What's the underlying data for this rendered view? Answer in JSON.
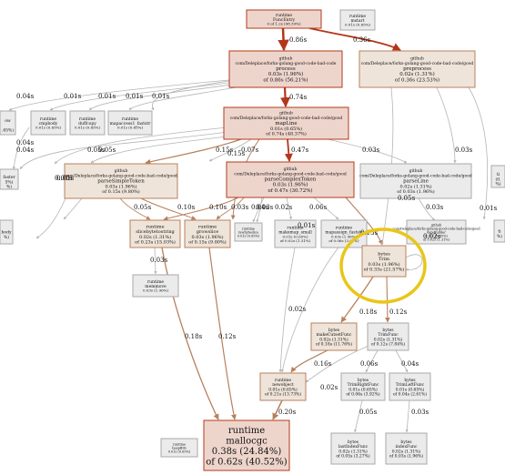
{
  "colors": {
    "hot_border": "#b23a1c",
    "hot_fill": "#eed5cc",
    "warm_border": "#b8805e",
    "warm_fill": "#efe4d9",
    "cool_border": "#aaaaaa",
    "cool_fill": "#ebebeb",
    "edge_hot": "#b2361a",
    "edge_warm": "#b8805e",
    "edge_cool": "#b5b5b5",
    "highlight": "#e8c619"
  },
  "nodes": {
    "top": {
      "lines": [
        "runtime",
        "FuncEntry",
        "0 of 1.2s (98.39%)"
      ]
    },
    "runtime_mstart": {
      "lines": [
        "runtime",
        "mstart",
        "0.01s (0.65%)"
      ]
    },
    "process": {
      "lines": [
        "github",
        "com/Deleplace/forks-golang-good-code-bad-code",
        "process",
        "0.03s (1.96%)",
        "of 0.86s (56.21%)"
      ]
    },
    "preprocess": {
      "lines": [
        "github",
        "com/Deleplace/forks-golang-good-code-bad-code/good",
        "preprocess",
        "0.02s (1.31%)",
        "of 0.36s (23.53%)"
      ]
    },
    "mapline": {
      "lines": [
        "github",
        "com/Deleplace/forks-golang-good-code-bad-code/good",
        "mapLine",
        "0.01s (0.65%)",
        "of 0.74s (48.37%)"
      ]
    },
    "parse_simple": {
      "lines": [
        "github",
        "com/Deleplace/forks-golang-good-code-bad-code/good",
        "parseSimpleToken",
        "0.03s (1.96%)",
        "of 0.15s (9.80%)"
      ]
    },
    "parse_complex": {
      "lines": [
        "github",
        "com/Deleplace/forks-golang-good-code-bad-code/good",
        "parseComplexToken",
        "0.03s (1.96%)",
        "of 0.47s (30.72%)"
      ]
    },
    "parse_line": {
      "lines": [
        "github",
        "com/Deleplace/forks-golang-good-code-bad-code/good",
        "parseLine",
        "0.02s (1.31%)",
        "of 0.03s (1.96%)"
      ]
    },
    "gh_small": {
      "lines": [
        "github",
        "com/Deleplace/forks-golang-good-code-bad-code/good",
        "dateBuilder",
        "0.01s (0.65%)",
        "of 0.02s (1.31%)"
      ]
    },
    "rt_cmpbody": {
      "lines": [
        "runtime",
        "cmpbody",
        "0.01s (0.65%)"
      ]
    },
    "rt_duffcopy": {
      "lines": [
        "runtime",
        "duffcopy",
        "0.01s (0.65%)"
      ]
    },
    "rt_mapaccess": {
      "lines": [
        "runtime",
        "mapaccess1_faststr",
        "0.01s (0.65%)"
      ]
    },
    "rt_slice": {
      "lines": [
        "runtime",
        "slicebytetostring",
        "0.02s (1.31%)",
        "of 0.23s (15.03%)"
      ]
    },
    "rt_growslice": {
      "lines": [
        "runtime",
        "growslice",
        "0.03s (1.96%)",
        "of 0.15s (9.80%)"
      ]
    },
    "rt_tiny": {
      "lines": [
        "runtime",
        "rawbyteslice",
        "0.01s (0.65%)"
      ]
    },
    "rt_makemap": {
      "lines": [
        "runtime",
        "makemap_small",
        "0.01s (0.65%)",
        "of 0.02s (1.31%)"
      ]
    },
    "rt_mapassign": {
      "lines": [
        "runtime",
        "mapassign_faststr",
        "0.03s (1.96%)",
        "of 0.06s (3.92%)"
      ]
    },
    "rt_memmove": {
      "lines": [
        "runtime",
        "memmove",
        "0.03s (1.96%)"
      ]
    },
    "bytes_trim": {
      "lines": [
        "bytes",
        "Trim",
        "0.03s (1.96%)",
        "of 0.33s (21.57%)"
      ]
    },
    "bytes_makecut": {
      "lines": [
        "bytes",
        "makeCutsetFunc",
        "0.02s (1.31%)",
        "of 0.18s (11.76%)"
      ]
    },
    "bytes_trimfunc": {
      "lines": [
        "bytes",
        "TrimFunc",
        "0.02s (1.31%)",
        "of 0.12s (7.84%)"
      ]
    },
    "rt_newobject": {
      "lines": [
        "runtime",
        "newobject",
        "0.01s (0.65%)",
        "of 0.21s (13.73%)"
      ]
    },
    "bytes_trimright": {
      "lines": [
        "bytes",
        "TrimRightFunc",
        "0.01s (0.65%)",
        "of 0.06s (3.92%)"
      ]
    },
    "bytes_trimleft": {
      "lines": [
        "bytes",
        "TrimLeftFunc",
        "0.01s (0.65%)",
        "of 0.04s (2.61%)"
      ]
    },
    "bytes_lastindex": {
      "lines": [
        "bytes",
        "lastIndexFunc",
        "0.02s (1.31%)",
        "of 0.05s (3.27%)"
      ]
    },
    "bytes_indexfunc": {
      "lines": [
        "bytes",
        "indexFunc",
        "0.02s (1.31%)",
        "of 0.03s (1.96%)"
      ]
    },
    "rt_mallocgc": {
      "lines": [
        "runtime",
        "mallocgc",
        "0.38s (24.84%)",
        "of 0.62s (40.52%)"
      ]
    },
    "rt_heapbits": {
      "lines": [
        "runtime",
        "heapBits",
        "0.01s (0.65%)"
      ]
    },
    "left_1": {
      "lines": [
        "",
        "ow",
        "",
        ".65%)"
      ]
    },
    "left_2": {
      "lines": [
        "",
        "faster",
        "5%)",
        "%)"
      ]
    },
    "left_3": {
      "lines": [
        "",
        "body",
        "%)"
      ]
    },
    "right_1": {
      "lines": [
        "",
        "ti",
        "(0.",
        "%)"
      ]
    },
    "right_2": {
      "lines": [
        "",
        "ti",
        "%)"
      ]
    }
  },
  "edges": {
    "e_top_process": "0.86s",
    "e_top_pre": "0.36s",
    "e_proc_map": "0.74s",
    "e_map_complex": "0.47s",
    "e_map_simple": "0.15s",
    "e_map_pline": "0.03s",
    "e_map_left": "0.07s",
    "e_map_rt1": "0.05s",
    "e_map_rt2": "0.04s",
    "e_pre_right": "0.03s",
    "e_pre_right2": "0.01s",
    "e_proc_cmp": "0.01s",
    "e_proc_duff": "0.01s",
    "e_proc_map2": "0.01s",
    "e_proc_l1": "0.01s",
    "e_proc_l2": "0.04s",
    "e_proc_l3": "0.01s",
    "e_cmp_slice": "0.10s",
    "e_cmp_grow": "0.03s",
    "e_cmp_tiny": "0.04s",
    "e_cmp_makemap": "0.02s",
    "e_cmp_mapassign": "0.06s",
    "e_cmp_trim": "0.13s",
    "e_simple_slice": "0.05s",
    "e_simple_grow": "0.10s",
    "e_slice_memmove": "0.03s",
    "e_slice_malloc": "0.18s",
    "e_grow_malloc": "0.12s",
    "e_mapassign_new": "0.02s",
    "e_makemap_new": "0.01s",
    "e_trim_makecut": "0.18s",
    "e_trim_trimfunc": "0.12s",
    "e_trim_self": "0.02s",
    "e_makecut_new": "0.16s",
    "e_new_malloc": "0.20s",
    "e_pre_down": "0.05s",
    "e_trimfunc_right": "0.06s",
    "e_trimfunc_left": "0.04s",
    "e_right_last": "0.05s",
    "e_left_index": "0.03s",
    "e_trimfunc_new": "0.02s",
    "e_misc_03": "0.03s",
    "e_misc_04": "0.04s",
    "e_misc_05": "0.05s",
    "e_misc_15": "0.15s",
    "e_misc_01": "0.01s",
    "e_misc_03b": "0.03s"
  }
}
